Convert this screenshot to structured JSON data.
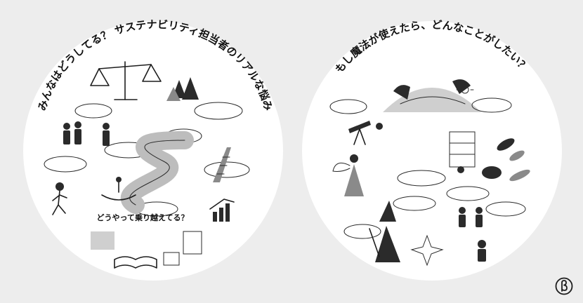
{
  "left_panel": {
    "title": "みんなはどうしてる？ サステナビリティ担当者のリアルな悩み",
    "caption": "どうやって乗り越えてる？"
  },
  "right_panel": {
    "title": "もし魔法が使えたら、どんなことがしたい？"
  },
  "colors": {
    "background": "#ededed",
    "panel": "#ffffff",
    "ink": "#1d1d1d"
  },
  "logo": {
    "icon": "beta-logo-icon"
  }
}
